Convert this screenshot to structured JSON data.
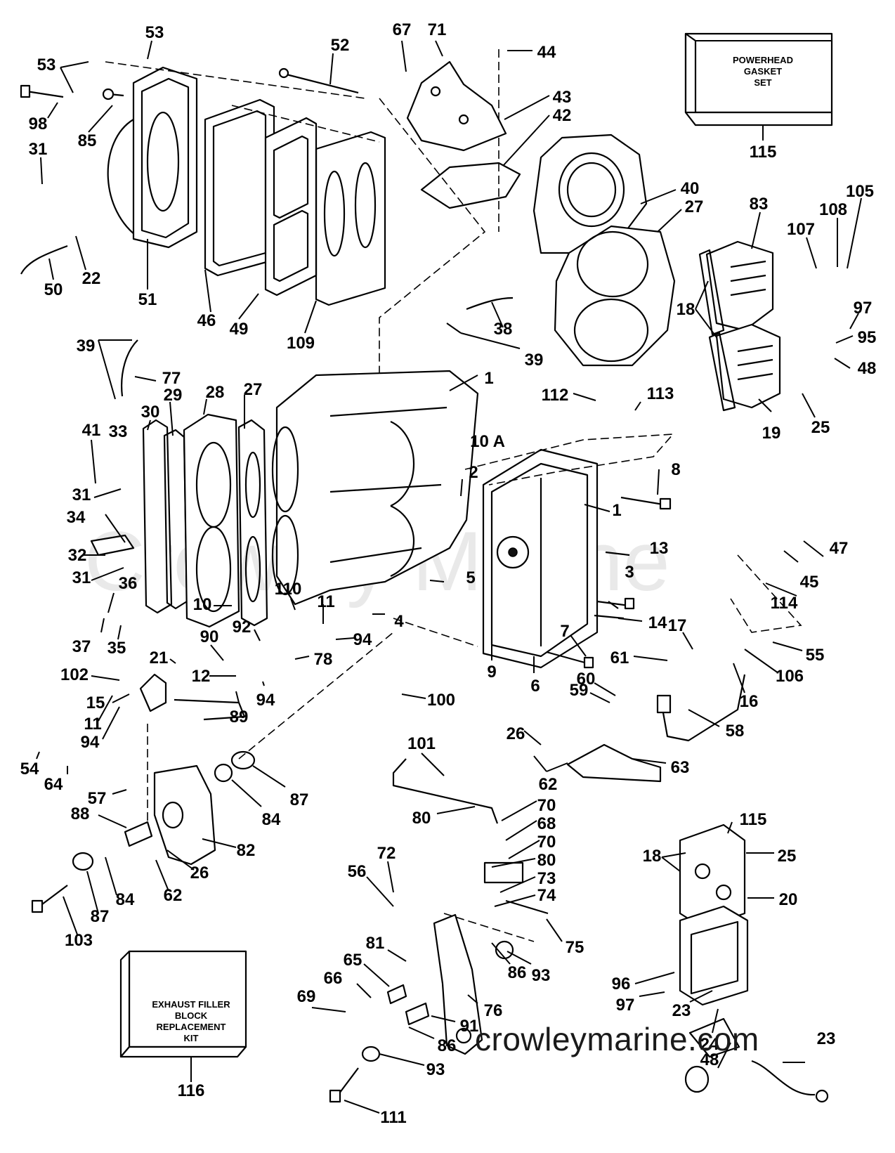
{
  "kits": {
    "powerhead": {
      "lines": [
        "POWERHEAD",
        "GASKET",
        "SET"
      ],
      "ref": "115"
    },
    "exhaust": {
      "lines": [
        "EXHAUST FILLER",
        "BLOCK",
        "REPLACEMENT",
        "KIT"
      ],
      "ref": "116"
    }
  },
  "watermark": {
    "text": "crowleymarine.com",
    "faint": "Crowley Marine"
  },
  "callouts": [
    {
      "id": "c53a",
      "label": "53"
    },
    {
      "id": "c53b",
      "label": "53"
    },
    {
      "id": "c52",
      "label": "52"
    },
    {
      "id": "c67",
      "label": "67"
    },
    {
      "id": "c71",
      "label": "71"
    },
    {
      "id": "c44",
      "label": "44"
    },
    {
      "id": "c43",
      "label": "43"
    },
    {
      "id": "c42",
      "label": "42"
    },
    {
      "id": "c98",
      "label": "98"
    },
    {
      "id": "c85",
      "label": "85"
    },
    {
      "id": "c31a",
      "label": "31"
    },
    {
      "id": "c22",
      "label": "22"
    },
    {
      "id": "c50",
      "label": "50"
    },
    {
      "id": "c51",
      "label": "51"
    },
    {
      "id": "c46",
      "label": "46"
    },
    {
      "id": "c49",
      "label": "49"
    },
    {
      "id": "c109",
      "label": "109"
    },
    {
      "id": "c40",
      "label": "40"
    },
    {
      "id": "c27a",
      "label": "27"
    },
    {
      "id": "c83",
      "label": "83"
    },
    {
      "id": "c108",
      "label": "108"
    },
    {
      "id": "c105",
      "label": "105"
    },
    {
      "id": "c107",
      "label": "107"
    },
    {
      "id": "c18a",
      "label": "18"
    },
    {
      "id": "c97a",
      "label": "97"
    },
    {
      "id": "c95",
      "label": "95"
    },
    {
      "id": "c48a",
      "label": "48"
    },
    {
      "id": "c25a",
      "label": "25"
    },
    {
      "id": "c19",
      "label": "19"
    },
    {
      "id": "c38",
      "label": "38"
    },
    {
      "id": "c39a",
      "label": "39"
    },
    {
      "id": "c39b",
      "label": "39"
    },
    {
      "id": "c77",
      "label": "77"
    },
    {
      "id": "c1a",
      "label": "1"
    },
    {
      "id": "c29",
      "label": "29"
    },
    {
      "id": "c28",
      "label": "28"
    },
    {
      "id": "c27b",
      "label": "27"
    },
    {
      "id": "c30",
      "label": "30"
    },
    {
      "id": "c41",
      "label": "41"
    },
    {
      "id": "c33",
      "label": "33"
    },
    {
      "id": "c112",
      "label": "112"
    },
    {
      "id": "c113",
      "label": "113"
    },
    {
      "id": "c10a",
      "label": "10 A"
    },
    {
      "id": "c2",
      "label": "2"
    },
    {
      "id": "c8",
      "label": "8"
    },
    {
      "id": "c31b",
      "label": "31"
    },
    {
      "id": "c34",
      "label": "34"
    },
    {
      "id": "c1b",
      "label": "1"
    },
    {
      "id": "c13",
      "label": "13"
    },
    {
      "id": "c47",
      "label": "47"
    },
    {
      "id": "c32",
      "label": "32"
    },
    {
      "id": "c31c",
      "label": "31"
    },
    {
      "id": "c5",
      "label": "5"
    },
    {
      "id": "c45",
      "label": "45"
    },
    {
      "id": "c3",
      "label": "3"
    },
    {
      "id": "c36",
      "label": "36"
    },
    {
      "id": "c110",
      "label": "110"
    },
    {
      "id": "c10",
      "label": "10"
    },
    {
      "id": "c11a",
      "label": "11"
    },
    {
      "id": "c114",
      "label": "114"
    },
    {
      "id": "c14",
      "label": "14"
    },
    {
      "id": "c4",
      "label": "4"
    },
    {
      "id": "c92",
      "label": "92"
    },
    {
      "id": "c37",
      "label": "37"
    },
    {
      "id": "c35",
      "label": "35"
    },
    {
      "id": "c90",
      "label": "90"
    },
    {
      "id": "c94a",
      "label": "94"
    },
    {
      "id": "c7",
      "label": "7"
    },
    {
      "id": "c17",
      "label": "17"
    },
    {
      "id": "c55",
      "label": "55"
    },
    {
      "id": "c21",
      "label": "21"
    },
    {
      "id": "c78",
      "label": "78"
    },
    {
      "id": "c61",
      "label": "61"
    },
    {
      "id": "c102",
      "label": "102"
    },
    {
      "id": "c12",
      "label": "12"
    },
    {
      "id": "c9",
      "label": "9"
    },
    {
      "id": "c6",
      "label": "6"
    },
    {
      "id": "c60",
      "label": "60"
    },
    {
      "id": "c106",
      "label": "106"
    },
    {
      "id": "c59",
      "label": "59"
    },
    {
      "id": "c15",
      "label": "15"
    },
    {
      "id": "c100",
      "label": "100"
    },
    {
      "id": "c16",
      "label": "16"
    },
    {
      "id": "c11b",
      "label": "11"
    },
    {
      "id": "c89",
      "label": "89"
    },
    {
      "id": "c94b",
      "label": "94"
    },
    {
      "id": "c94c",
      "label": "94"
    },
    {
      "id": "c58",
      "label": "58"
    },
    {
      "id": "c26a",
      "label": "26"
    },
    {
      "id": "c101",
      "label": "101"
    },
    {
      "id": "c54",
      "label": "54"
    },
    {
      "id": "c63",
      "label": "63"
    },
    {
      "id": "c64",
      "label": "64"
    },
    {
      "id": "c62a",
      "label": "62"
    },
    {
      "id": "c57",
      "label": "57"
    },
    {
      "id": "c87a",
      "label": "87"
    },
    {
      "id": "c84a",
      "label": "84"
    },
    {
      "id": "c70a",
      "label": "70"
    },
    {
      "id": "c115b",
      "label": "115"
    },
    {
      "id": "c80a",
      "label": "80"
    },
    {
      "id": "c68",
      "label": "68"
    },
    {
      "id": "c88",
      "label": "88"
    },
    {
      "id": "c70b",
      "label": "70"
    },
    {
      "id": "c82",
      "label": "82"
    },
    {
      "id": "c80b",
      "label": "80"
    },
    {
      "id": "c25b",
      "label": "25"
    },
    {
      "id": "c18b",
      "label": "18"
    },
    {
      "id": "c72",
      "label": "72"
    },
    {
      "id": "c26b",
      "label": "26"
    },
    {
      "id": "c73",
      "label": "73"
    },
    {
      "id": "c56",
      "label": "56"
    },
    {
      "id": "c74",
      "label": "74"
    },
    {
      "id": "c20",
      "label": "20"
    },
    {
      "id": "c62b",
      "label": "62"
    },
    {
      "id": "c84b",
      "label": "84"
    },
    {
      "id": "c87b",
      "label": "87"
    },
    {
      "id": "c75",
      "label": "75"
    },
    {
      "id": "c103",
      "label": "103"
    },
    {
      "id": "c81",
      "label": "81"
    },
    {
      "id": "c93a",
      "label": "93"
    },
    {
      "id": "c65",
      "label": "65"
    },
    {
      "id": "c86a",
      "label": "86"
    },
    {
      "id": "c96",
      "label": "96"
    },
    {
      "id": "c66",
      "label": "66"
    },
    {
      "id": "c69",
      "label": "69"
    },
    {
      "id": "c76",
      "label": "76"
    },
    {
      "id": "c97b",
      "label": "97"
    },
    {
      "id": "c23a",
      "label": "23"
    },
    {
      "id": "c91",
      "label": "91"
    },
    {
      "id": "c86b",
      "label": "86"
    },
    {
      "id": "c24",
      "label": "24"
    },
    {
      "id": "c23b",
      "label": "23"
    },
    {
      "id": "c48b",
      "label": "48"
    },
    {
      "id": "c93b",
      "label": "93"
    },
    {
      "id": "c111",
      "label": "111"
    }
  ]
}
